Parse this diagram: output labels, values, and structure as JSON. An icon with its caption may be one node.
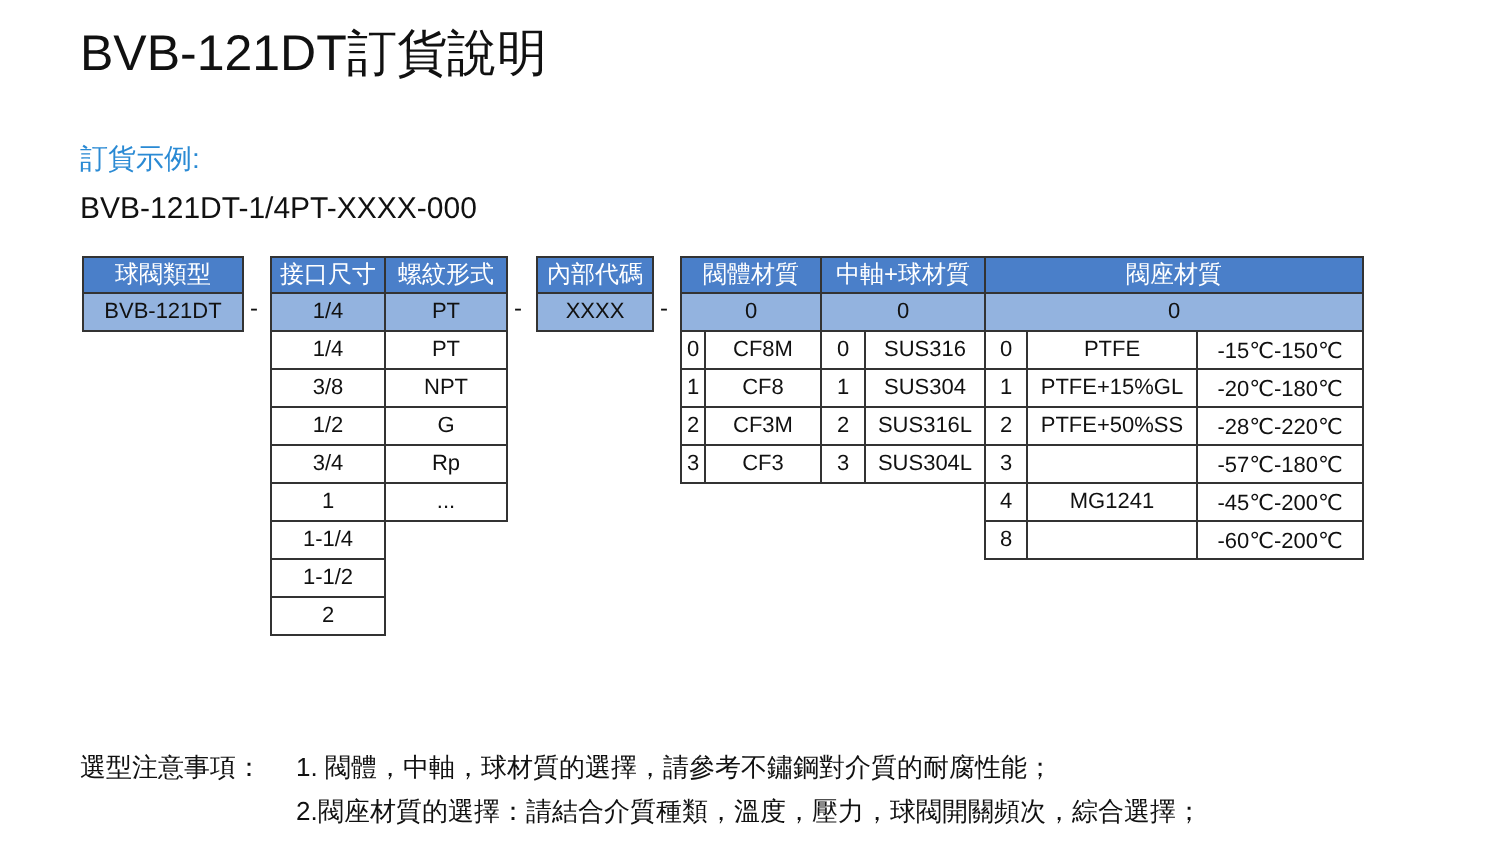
{
  "diagram": {
    "title": "BVB-121DT訂貨說明",
    "labels": [
      "訂貨示例:",
      "BVB-121DT-1/4PT-XXXX-000",
      "球閥類型",
      "接口尺寸",
      "螺紋形式",
      "內部代碼",
      "閥體材質",
      "中軸+球材質",
      "閥座材質",
      "BVB-121DT",
      "-",
      "1/4",
      "PT",
      "-",
      "XXXX",
      "-",
      "0",
      "0",
      "0",
      "1/4",
      "PT",
      "0",
      "CF8M",
      "0",
      "SUS316",
      "0",
      "PTFE",
      "-15℃-150℃",
      "3/8",
      "NPT",
      "1",
      "CF8",
      "1",
      "SUS304",
      "1",
      "PTFE+15%GL",
      "-20℃-180℃",
      "1/2",
      "G",
      "2",
      "CF3M",
      "2",
      "SUS316L",
      "2",
      "PTFE+50%SS",
      "-28℃-220℃",
      "3/4",
      "Rp",
      "3",
      "CF3",
      "3",
      "SUS304L",
      "3",
      "-57℃-180℃",
      "1",
      "...",
      "4",
      "MG1241",
      "-45℃-200℃",
      "1-1/4",
      "8",
      "-60℃-200℃",
      "1-1/2",
      "2",
      "選型注意事項：",
      "1. 閥體，中軸，球材質的選擇，請參考不鏽鋼對介質的耐腐性能；",
      "2.閥座材質的選擇：請結合介質種類，溫度，壓力，球閥開關頻次，綜合選擇；"
    ]
  }
}
